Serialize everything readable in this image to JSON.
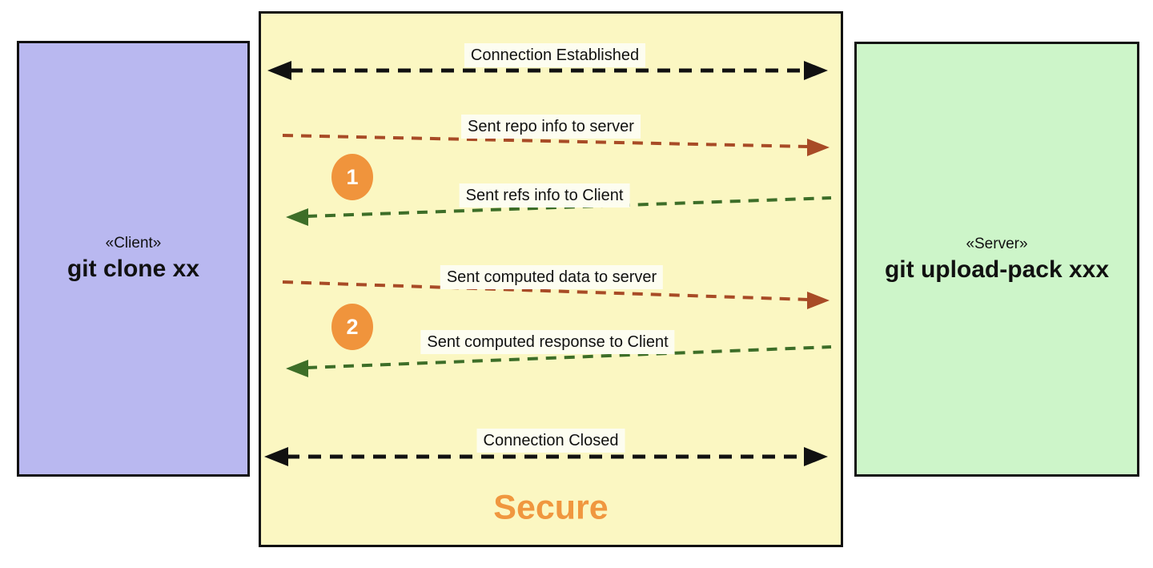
{
  "diagram": {
    "client_box": {
      "stereotype": "«Client»",
      "name": "git clone xx"
    },
    "server_box": {
      "stereotype": "«Server»",
      "name": "git upload-pack xxx"
    },
    "secure_zone": {
      "title": "Secure"
    },
    "messages": [
      {
        "label": "Connection Established",
        "direction": "both",
        "color_key": "arrow_black"
      },
      {
        "label": "Sent repo info to server",
        "direction": "right",
        "color_key": "arrow_red"
      },
      {
        "label": "Sent refs info to Client",
        "direction": "left",
        "color_key": "arrow_green"
      },
      {
        "label": "Sent computed data to server",
        "direction": "right",
        "color_key": "arrow_red"
      },
      {
        "label": "Sent computed response to Client",
        "direction": "left",
        "color_key": "arrow_green"
      },
      {
        "label": "Connection Closed",
        "direction": "both",
        "color_key": "arrow_black"
      }
    ],
    "step_badges": [
      "1",
      "2"
    ],
    "colors": {
      "client_box_fill": "#b9b8f0",
      "server_box_fill": "#cdf5c9",
      "secure_zone_fill": "#fbf7c2",
      "badge_fill": "#f0943c",
      "secure_title": "#f0973f",
      "arrow_black": "#111111",
      "arrow_red": "#a84b26",
      "arrow_green": "#3d6e28",
      "label_bg": "#fdfdf0",
      "border": "#111111"
    }
  }
}
